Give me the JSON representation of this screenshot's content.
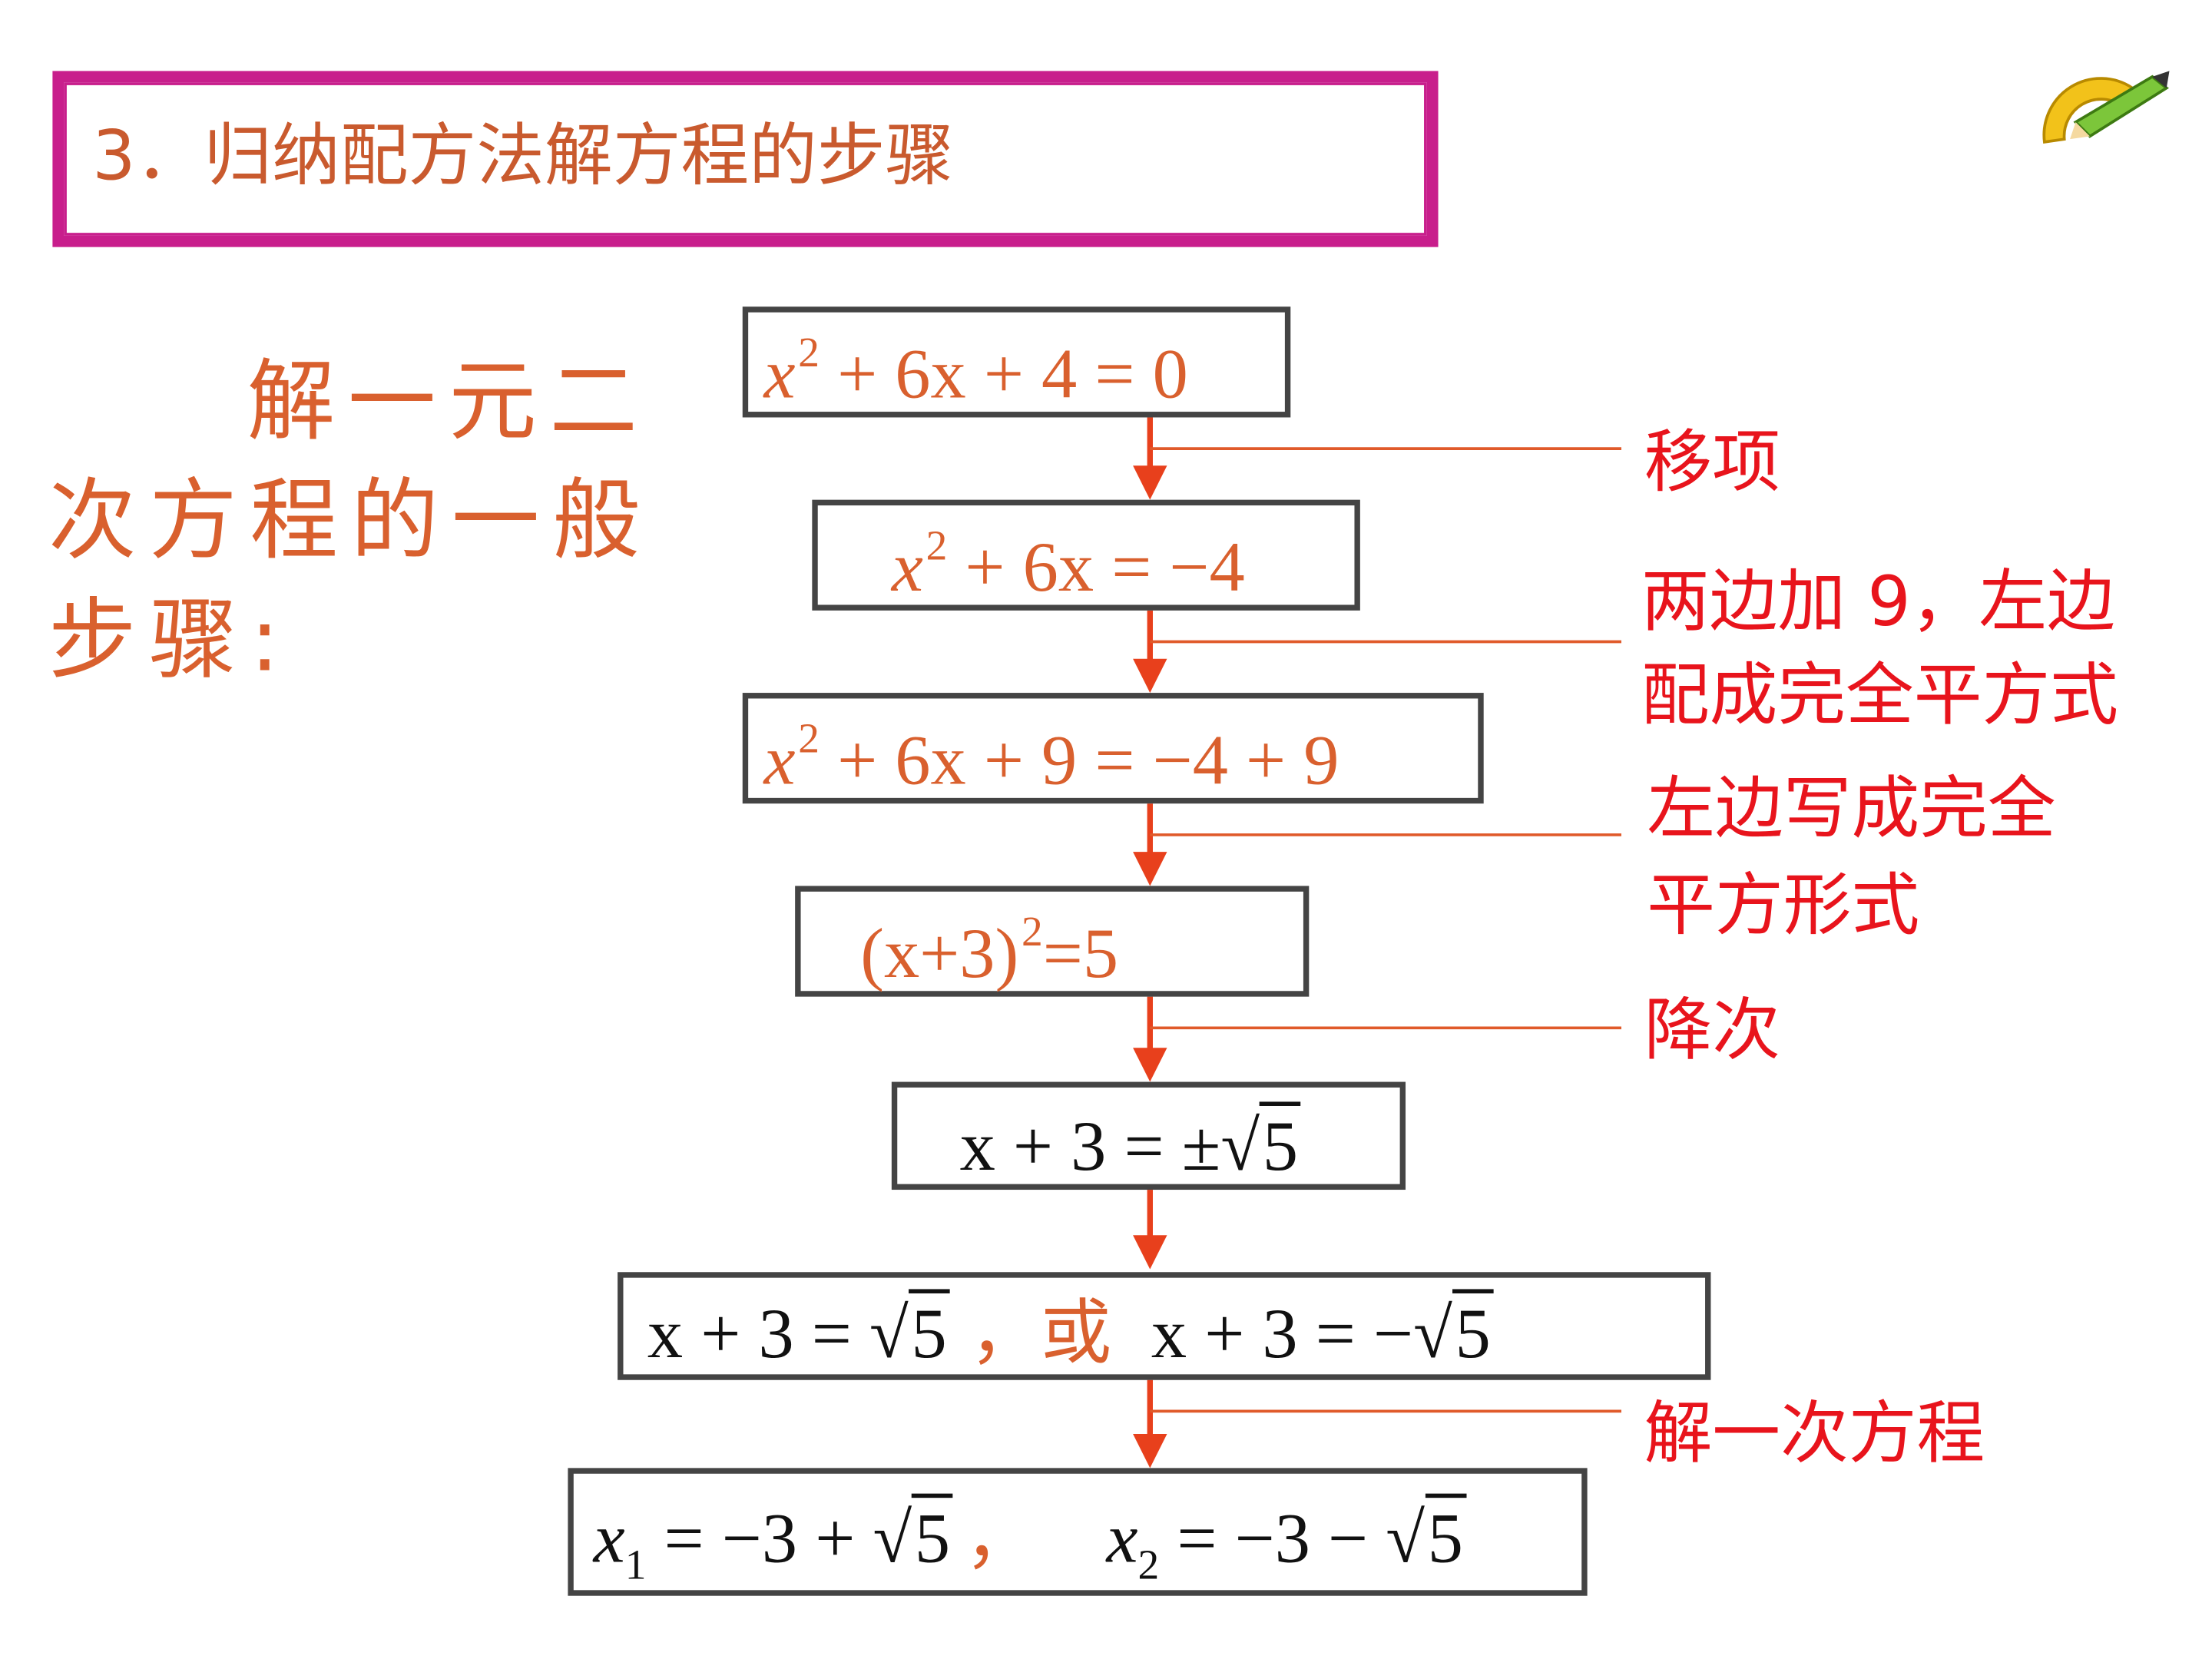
{
  "title": "3．归纳配方法解方程的步骤",
  "side_heading": [
    "解一元二",
    "次方程的一般",
    "步骤:"
  ],
  "steps": [
    {
      "lhs": "x",
      "sup": "2",
      "rest": " + 6x + 4 = 0"
    },
    {
      "lhs": "x",
      "sup": "2",
      "rest": " + 6x = −4"
    },
    {
      "lhs": "x",
      "sup": "2",
      "rest": " + 6x + 9 = −4 + 9"
    },
    {
      "pre": "(x+3)",
      "sup": "2",
      "rest": "=5"
    },
    {
      "a": "x + 3 = ±",
      "r": "5"
    },
    {
      "a": "x + 3 = ",
      "r1": "5",
      "sep": "，或",
      "b": "x + 3 = −",
      "r2": "5"
    },
    {
      "x1": "x",
      "s1": "1",
      "e1": " = −3 + ",
      "r1": "5",
      "sep": "，",
      "x2": "x",
      "s2": "2",
      "e2": " = −3 − ",
      "r2": "5"
    }
  ],
  "annotations": [
    "移项",
    "两边加  9，左边",
    "配成完全平方式",
    "左边写成完全",
    "平方形式",
    "降次",
    "解一次方程"
  ],
  "colors": {
    "title_frame": "#c81e8c",
    "orange_text": "#d9602e",
    "red_text": "#e8141c",
    "arrow": "#e8401c",
    "box_border": "#444444"
  },
  "icons": [
    "pencil-protractor-icon"
  ]
}
